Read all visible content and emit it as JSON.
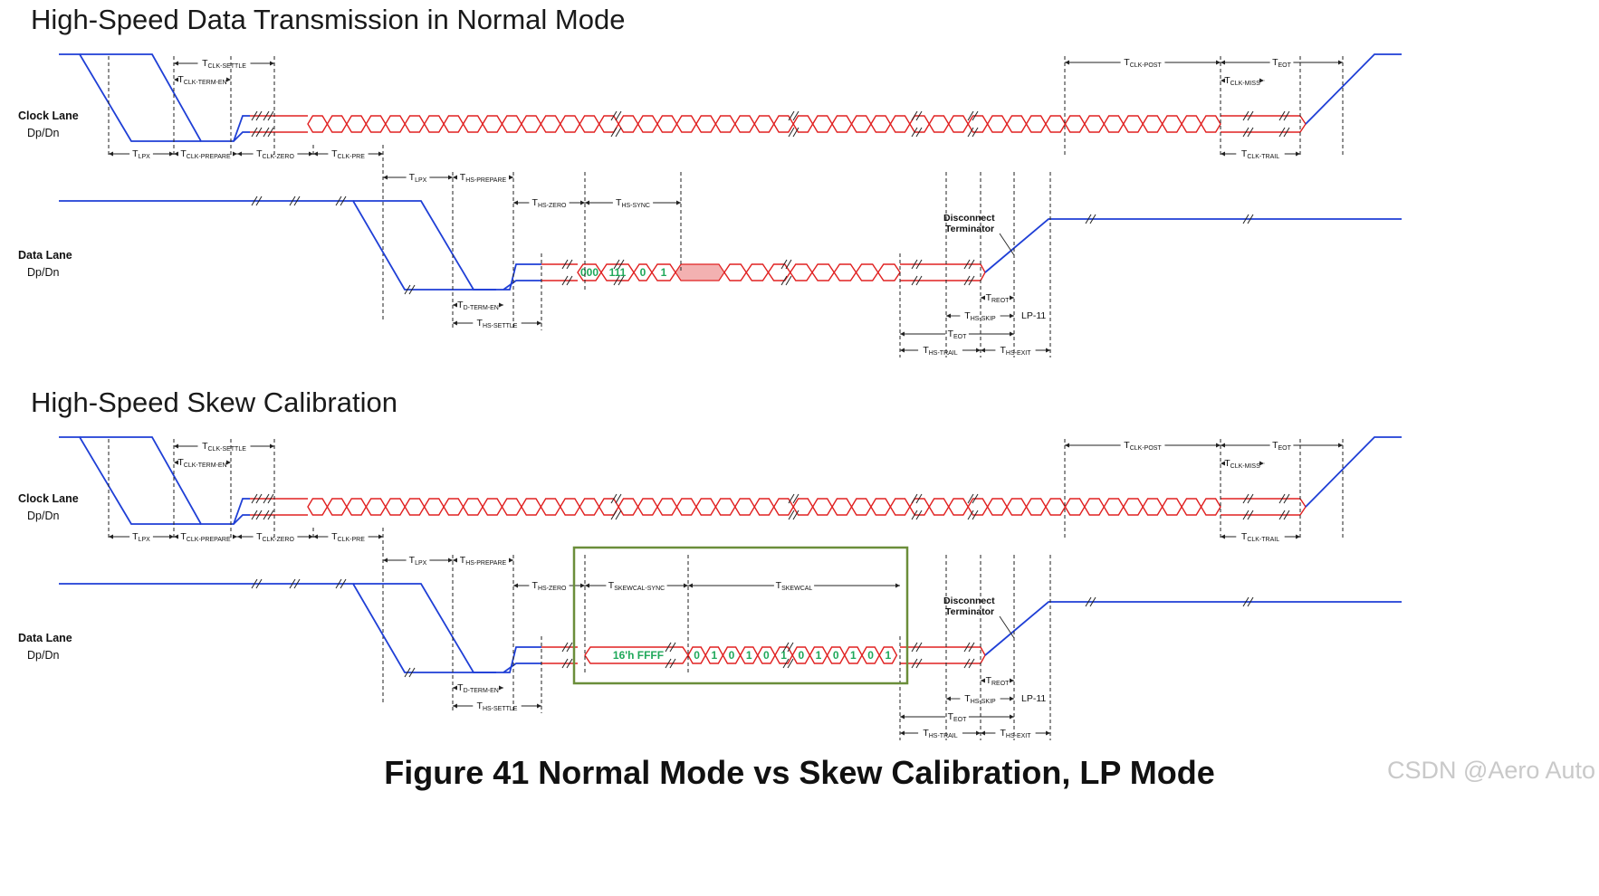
{
  "panels": [
    {
      "title": "High-Speed Data Transmission in Normal Mode",
      "clock_lane": {
        "label": "Clock Lane",
        "sub": "Dp/Dn"
      },
      "data_lane": {
        "label": "Data Lane",
        "sub": "Dp/Dn"
      },
      "bits": [
        "000",
        "111",
        "0",
        "1"
      ],
      "sync_label": {
        "main": "T",
        "sub": "HS-SYNC"
      },
      "highlight_box": false
    },
    {
      "title": "High-Speed Skew Calibration",
      "clock_lane": {
        "label": "Clock Lane",
        "sub": "Dp/Dn"
      },
      "data_lane": {
        "label": "Data Lane",
        "sub": "Dp/Dn"
      },
      "bits": [
        "16'h FFFF",
        "0",
        "1",
        "0",
        "1",
        "0",
        "1",
        "0",
        "1",
        "0",
        "1",
        "0",
        "1"
      ],
      "sync_label": {
        "main": "T",
        "sub": "SKEWCAL-SYNC"
      },
      "cal_label": {
        "main": "T",
        "sub": "SKEWCAL"
      },
      "highlight_box": true
    }
  ],
  "timing_labels": {
    "clk_settle": {
      "main": "T",
      "sub": "CLK-SETTLE"
    },
    "clk_term_en": {
      "main": "T",
      "sub": "CLK-TERM-EN"
    },
    "lpx": {
      "main": "T",
      "sub": "LPX"
    },
    "clk_prepare": {
      "main": "T",
      "sub": "CLK-PREPARE"
    },
    "clk_zero": {
      "main": "T",
      "sub": "CLK-ZERO"
    },
    "clk_pre": {
      "main": "T",
      "sub": "CLK-PRE"
    },
    "clk_post": {
      "main": "T",
      "sub": "CLK-POST"
    },
    "eot": {
      "main": "T",
      "sub": "EOT"
    },
    "clk_miss": {
      "main": "T",
      "sub": "CLK-MISS"
    },
    "clk_trail": {
      "main": "T",
      "sub": "CLK-TRAIL"
    },
    "hs_prepare": {
      "main": "T",
      "sub": "HS-PREPARE"
    },
    "hs_zero": {
      "main": "T",
      "sub": "HS-ZERO"
    },
    "d_term_en": {
      "main": "T",
      "sub": "D-TERM-EN"
    },
    "hs_settle": {
      "main": "T",
      "sub": "HS-SETTLE"
    },
    "reot": {
      "main": "T",
      "sub": "REOT"
    },
    "hs_skip": {
      "main": "T",
      "sub": "HS-SKIP"
    },
    "hs_trail": {
      "main": "T",
      "sub": "HS-TRAIL"
    },
    "hs_exit": {
      "main": "T",
      "sub": "HS-EXIT"
    }
  },
  "disconnect_note": [
    "Disconnect",
    "Terminator"
  ],
  "lp11": "LP-11",
  "caption": "Figure 41 Normal Mode vs Skew Calibration, LP Mode",
  "watermark": "CSDN @Aero Auto",
  "colors": {
    "lp_signal": "#1f3fd6",
    "hs_signal": "#e02020",
    "bits": "#1fa85a",
    "box": "#6b8e3a",
    "sync_fill": "#f3b1b1"
  }
}
